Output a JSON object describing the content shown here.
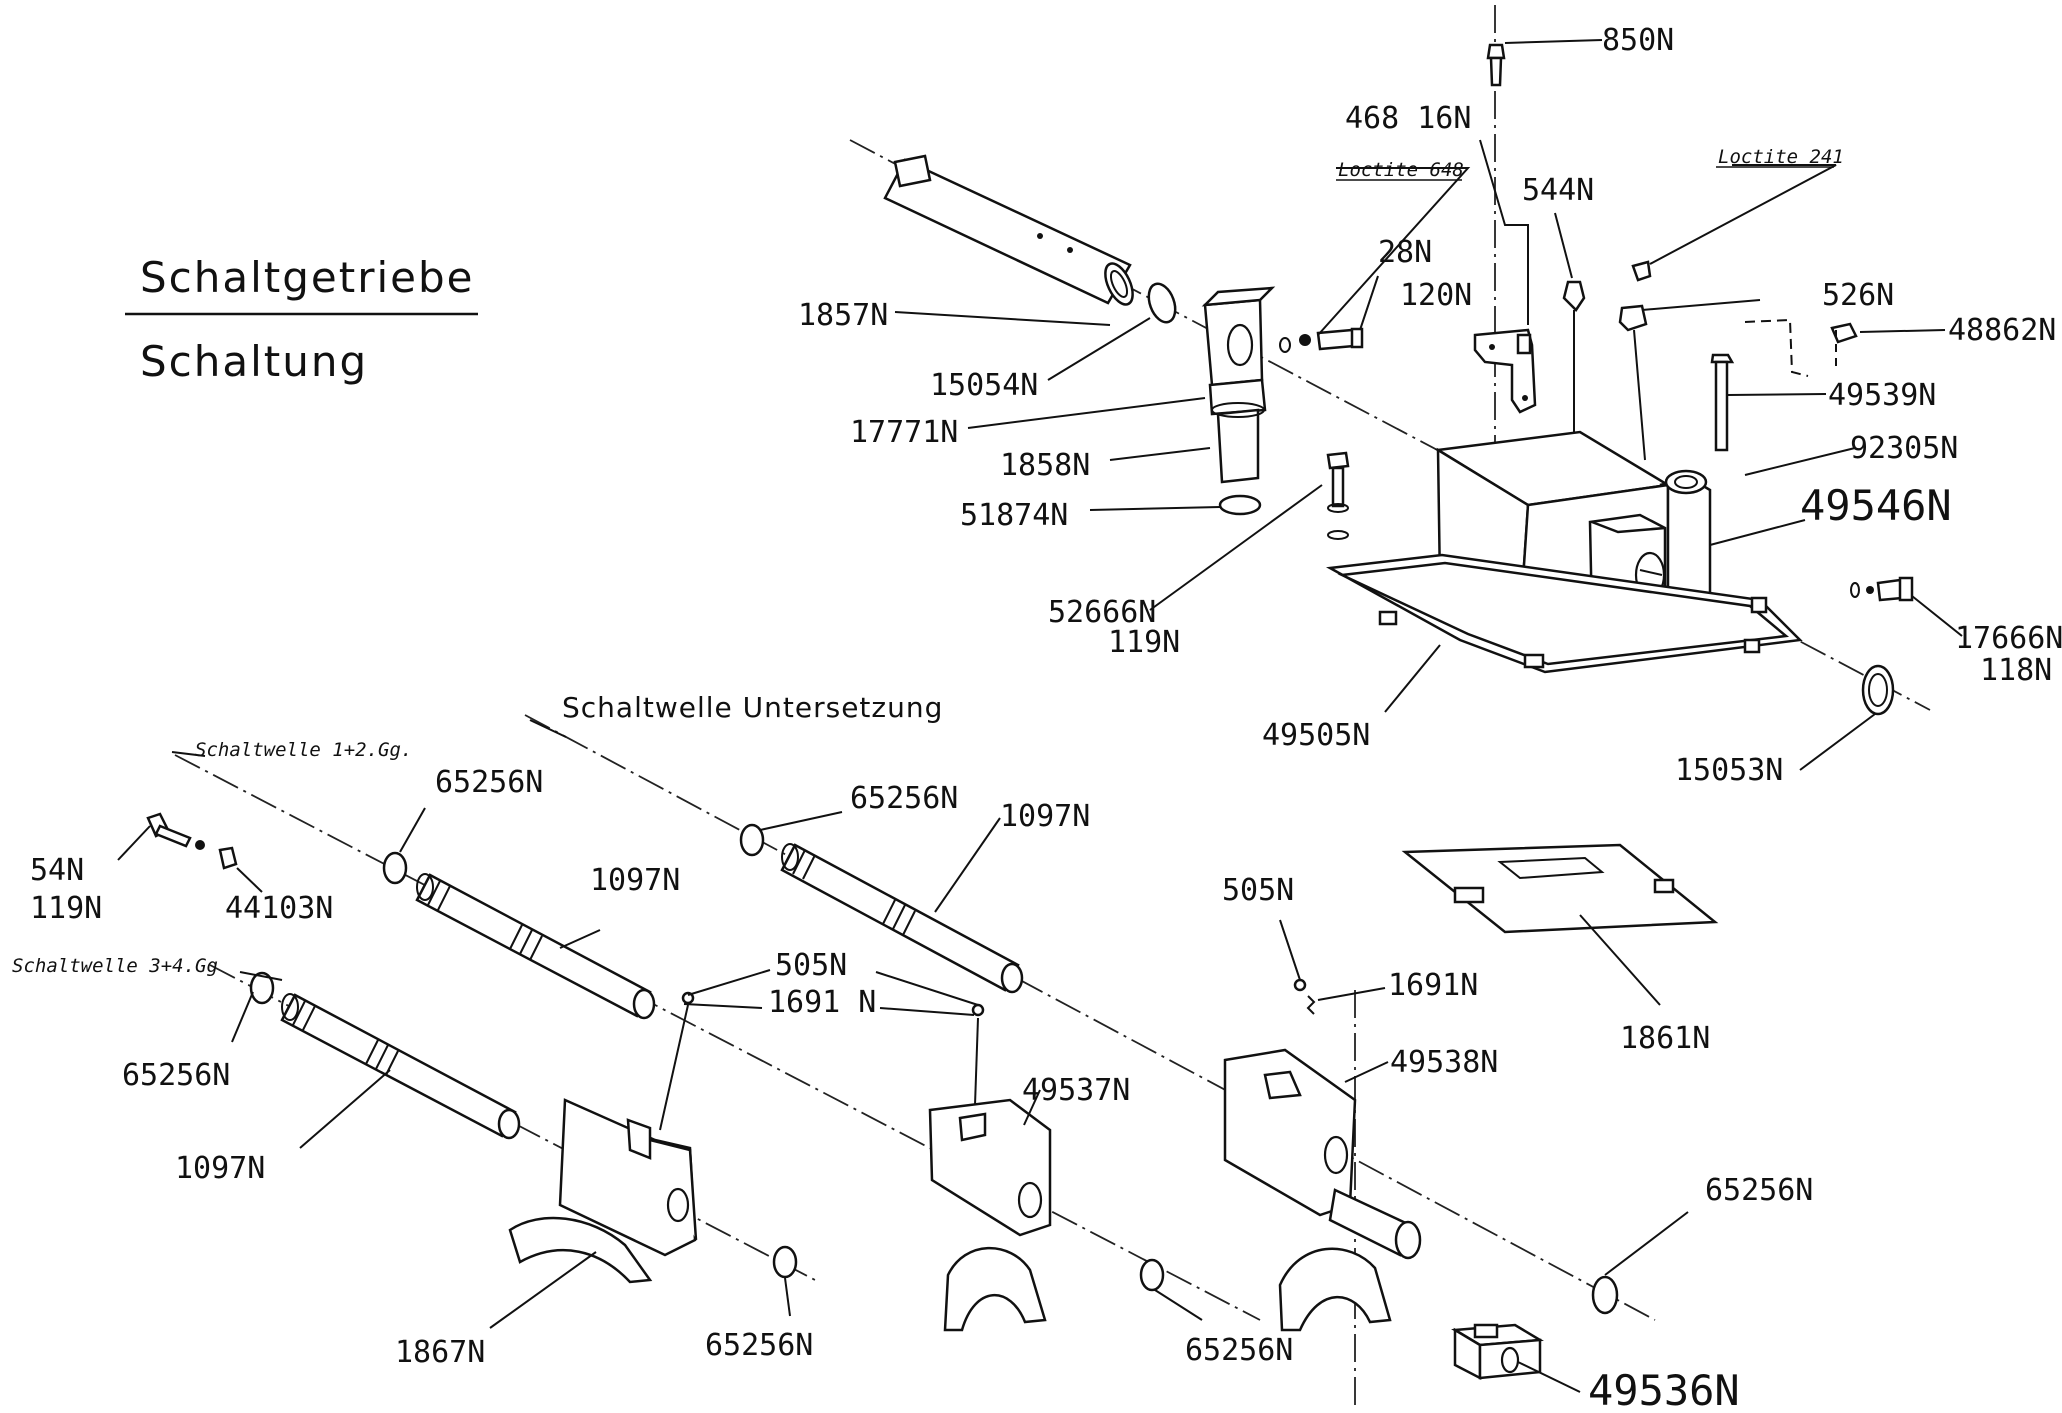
{
  "title": {
    "main": "Schaltgetriebe",
    "sub": "Schaltung"
  },
  "notes": {
    "schaltwelle_untersetzung": "Schaltwelle Untersetzung",
    "schaltwelle_12": "Schaltwelle 1+2.Gg.",
    "schaltwelle_34": "Schaltwelle 3+4.Gg",
    "loctite_648": "Loctite 648",
    "loctite_241": "Loctite 241"
  },
  "parts": {
    "p850": "850N",
    "p46816": "468 16N",
    "p544": "544N",
    "p28": "28N",
    "p120": "120N",
    "p526": "526N",
    "p48862": "48862N",
    "p49539": "49539N",
    "p92305": "92305N",
    "p49546": "49546N",
    "p1857": "1857N",
    "p15054": "15054N",
    "p17771": "17771N",
    "p1858": "1858N",
    "p51874": "51874N",
    "p52666": "52666N",
    "p119a": "119N",
    "p17666": "17666N",
    "p118": "118N",
    "p49505": "49505N",
    "p15053": "15053N",
    "p65256a": "65256N",
    "p65256b": "65256N",
    "p1097a": "1097N",
    "p1097b": "1097N",
    "p54": "54N",
    "p119b": "119N",
    "p44103": "44103N",
    "p65256c": "65256N",
    "p1097c": "1097N",
    "p505a": "505N",
    "p1691a": "1691 N",
    "p49537": "49537N",
    "p505b": "505N",
    "p1691b": "1691N",
    "p49538": "49538N",
    "p1861": "1861N",
    "p65256d": "65256N",
    "p1867": "1867N",
    "p65256e": "65256N",
    "p65256f": "65256N",
    "p49536": "49536N"
  }
}
